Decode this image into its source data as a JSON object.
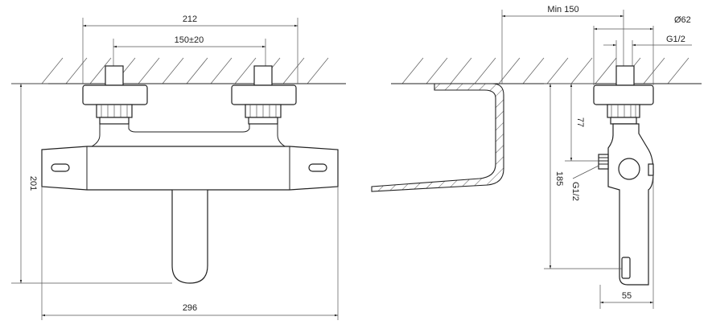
{
  "dimensions": {
    "width_between_outer_inlets": "212",
    "inlet_spacing": "150±20",
    "total_height": "201",
    "total_width": "296",
    "min_wall_clearance": "Min 150",
    "flange_diameter": "Ø62",
    "thread_top": "G1/2",
    "height_to_outlet_center": "77",
    "height_to_spout_end": "185",
    "thread_side": "G1/2",
    "depth": "55"
  }
}
